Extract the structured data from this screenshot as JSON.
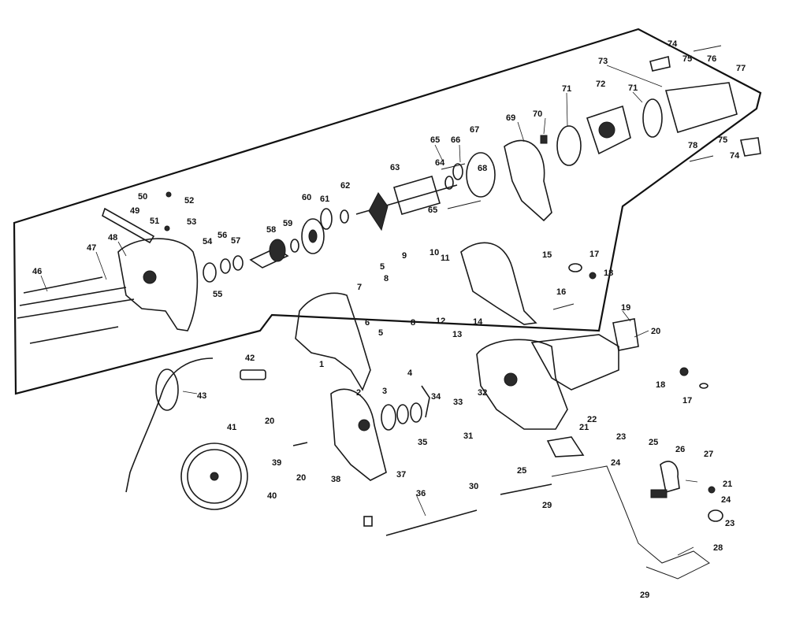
{
  "diagram": {
    "callouts": [
      {
        "id": "c1",
        "text": "1"
      },
      {
        "id": "c2",
        "text": "2"
      },
      {
        "id": "c3",
        "text": "3"
      },
      {
        "id": "c4",
        "text": "4"
      },
      {
        "id": "c5a",
        "text": "5"
      },
      {
        "id": "c5b",
        "text": "5"
      },
      {
        "id": "c6",
        "text": "6"
      },
      {
        "id": "c7",
        "text": "7"
      },
      {
        "id": "c8a",
        "text": "8"
      },
      {
        "id": "c8b",
        "text": "8"
      },
      {
        "id": "c9",
        "text": "9"
      },
      {
        "id": "c10",
        "text": "10"
      },
      {
        "id": "c11",
        "text": "11"
      },
      {
        "id": "c12",
        "text": "12"
      },
      {
        "id": "c13",
        "text": "13"
      },
      {
        "id": "c14",
        "text": "14"
      },
      {
        "id": "c15",
        "text": "15"
      },
      {
        "id": "c16",
        "text": "16"
      },
      {
        "id": "c17a",
        "text": "17"
      },
      {
        "id": "c17b",
        "text": "17"
      },
      {
        "id": "c18a",
        "text": "18"
      },
      {
        "id": "c18b",
        "text": "18"
      },
      {
        "id": "c19",
        "text": "19"
      },
      {
        "id": "c20a",
        "text": "20"
      },
      {
        "id": "c20b",
        "text": "20"
      },
      {
        "id": "c20c",
        "text": "20"
      },
      {
        "id": "c21a",
        "text": "21"
      },
      {
        "id": "c21b",
        "text": "21"
      },
      {
        "id": "c22",
        "text": "22"
      },
      {
        "id": "c23a",
        "text": "23"
      },
      {
        "id": "c23b",
        "text": "23"
      },
      {
        "id": "c24a",
        "text": "24"
      },
      {
        "id": "c24b",
        "text": "24"
      },
      {
        "id": "c25a",
        "text": "25"
      },
      {
        "id": "c25b",
        "text": "25"
      },
      {
        "id": "c26",
        "text": "26"
      },
      {
        "id": "c27",
        "text": "27"
      },
      {
        "id": "c28",
        "text": "28"
      },
      {
        "id": "c29a",
        "text": "29"
      },
      {
        "id": "c29b",
        "text": "29"
      },
      {
        "id": "c30",
        "text": "30"
      },
      {
        "id": "c31",
        "text": "31"
      },
      {
        "id": "c32",
        "text": "32"
      },
      {
        "id": "c33",
        "text": "33"
      },
      {
        "id": "c34",
        "text": "34"
      },
      {
        "id": "c35",
        "text": "35"
      },
      {
        "id": "c36",
        "text": "36"
      },
      {
        "id": "c37",
        "text": "37"
      },
      {
        "id": "c38",
        "text": "38"
      },
      {
        "id": "c39",
        "text": "39"
      },
      {
        "id": "c40",
        "text": "40"
      },
      {
        "id": "c41",
        "text": "41"
      },
      {
        "id": "c42",
        "text": "42"
      },
      {
        "id": "c43",
        "text": "43"
      },
      {
        "id": "c46",
        "text": "46"
      },
      {
        "id": "c47",
        "text": "47"
      },
      {
        "id": "c48",
        "text": "48"
      },
      {
        "id": "c49",
        "text": "49"
      },
      {
        "id": "c50",
        "text": "50"
      },
      {
        "id": "c51",
        "text": "51"
      },
      {
        "id": "c52",
        "text": "52"
      },
      {
        "id": "c53",
        "text": "53"
      },
      {
        "id": "c54",
        "text": "54"
      },
      {
        "id": "c55",
        "text": "55"
      },
      {
        "id": "c56",
        "text": "56"
      },
      {
        "id": "c57",
        "text": "57"
      },
      {
        "id": "c58",
        "text": "58"
      },
      {
        "id": "c59",
        "text": "59"
      },
      {
        "id": "c60",
        "text": "60"
      },
      {
        "id": "c61",
        "text": "61"
      },
      {
        "id": "c62",
        "text": "62"
      },
      {
        "id": "c63",
        "text": "63"
      },
      {
        "id": "c64",
        "text": "64"
      },
      {
        "id": "c65a",
        "text": "65"
      },
      {
        "id": "c65b",
        "text": "65"
      },
      {
        "id": "c66",
        "text": "66"
      },
      {
        "id": "c67",
        "text": "67"
      },
      {
        "id": "c68",
        "text": "68"
      },
      {
        "id": "c69",
        "text": "69"
      },
      {
        "id": "c70",
        "text": "70"
      },
      {
        "id": "c71a",
        "text": "71"
      },
      {
        "id": "c71b",
        "text": "71"
      },
      {
        "id": "c72",
        "text": "72"
      },
      {
        "id": "c73",
        "text": "73"
      },
      {
        "id": "c74a",
        "text": "74"
      },
      {
        "id": "c74b",
        "text": "74"
      },
      {
        "id": "c75a",
        "text": "75"
      },
      {
        "id": "c75b",
        "text": "75"
      },
      {
        "id": "c76",
        "text": "76"
      },
      {
        "id": "c77",
        "text": "77"
      },
      {
        "id": "c78",
        "text": "78"
      }
    ]
  }
}
